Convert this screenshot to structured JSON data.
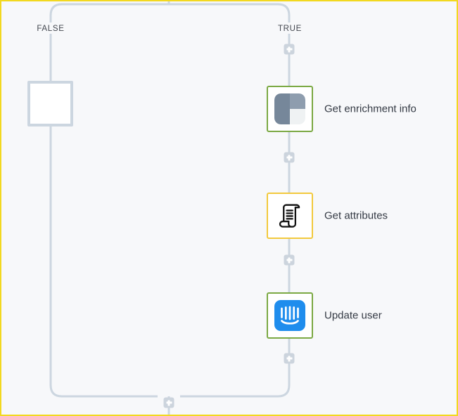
{
  "canvas": {
    "background_color": "#f7f8fa",
    "selection_border_color": "#f2d81f",
    "edge_color": "#ccd6e0"
  },
  "branches": [
    {
      "label": "FALSE",
      "name": "branch-label-false"
    },
    {
      "label": "TRUE",
      "name": "branch-label-true"
    }
  ],
  "false_branch": {
    "nodes": [
      {
        "label": "",
        "icon": "empty-placeholder-icon",
        "border_color": "#ccd6e0",
        "state": "placeholder"
      }
    ]
  },
  "true_branch": {
    "nodes": [
      {
        "label": "Get enrichment info",
        "icon": "panels-icon",
        "border_color": "#7ba943",
        "state": "valid"
      },
      {
        "label": "Get attributes",
        "icon": "scroll-icon",
        "border_color": "#f2c93d",
        "state": "warning"
      },
      {
        "label": "Update user",
        "icon": "intercom-icon",
        "border_color": "#7ba943",
        "state": "valid"
      }
    ]
  },
  "add_handles": [
    {
      "name": "add-step-true-top",
      "tooltip": "+"
    },
    {
      "name": "add-step-after-get-enrichment-info",
      "tooltip": "+"
    },
    {
      "name": "add-step-after-get-attributes",
      "tooltip": "+"
    },
    {
      "name": "add-step-after-update-user",
      "tooltip": "+"
    },
    {
      "name": "add-step-after-merge",
      "tooltip": "+"
    }
  ]
}
